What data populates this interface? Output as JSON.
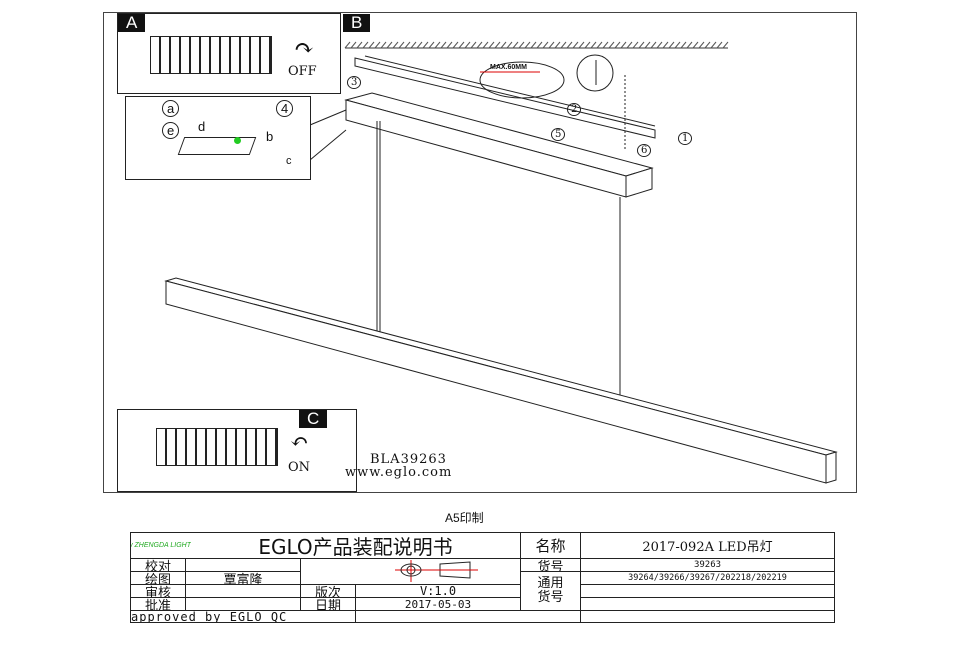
{
  "panels": {
    "a": "A",
    "b": "B",
    "c": "C"
  },
  "step_a": {
    "label": "OFF"
  },
  "step_c": {
    "label": "ON"
  },
  "detail_labels": [
    "a",
    "b",
    "c",
    "d",
    "e",
    "4"
  ],
  "callouts": [
    "1",
    "2",
    "3",
    "5",
    "6"
  ],
  "max_label": "MAX.60MM",
  "model": "BLA39263",
  "website": "www.eglo.com",
  "print_note": "A5印制",
  "title_block": {
    "logo": "Now ZHENGDA LIGHTING",
    "title": "EGLO产品装配说明书",
    "name_label": "名称",
    "name_value": "2017-092A LED吊灯",
    "check_label": "校对",
    "drawing_label": "绘图",
    "drawing_value": "覃富隆",
    "review_label": "审核",
    "approve_label": "批准",
    "version_label": "版次",
    "version_value": "V:1.0",
    "date_label": "日期",
    "date_value": "2017-05-03",
    "item_label": "货号",
    "item_value": "39263",
    "common_label": "通用\n货号",
    "common_value": "39264/39266/39267/202218/202219",
    "approved": "approved by EGLO QC"
  }
}
